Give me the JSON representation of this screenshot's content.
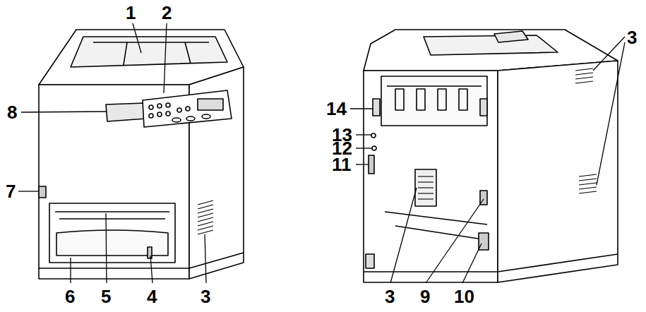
{
  "diagram": {
    "labels": [
      "1",
      "2",
      "8",
      "7",
      "6",
      "5",
      "4",
      "3",
      "14",
      "13",
      "12",
      "11",
      "3",
      "9",
      "10",
      "3"
    ]
  }
}
